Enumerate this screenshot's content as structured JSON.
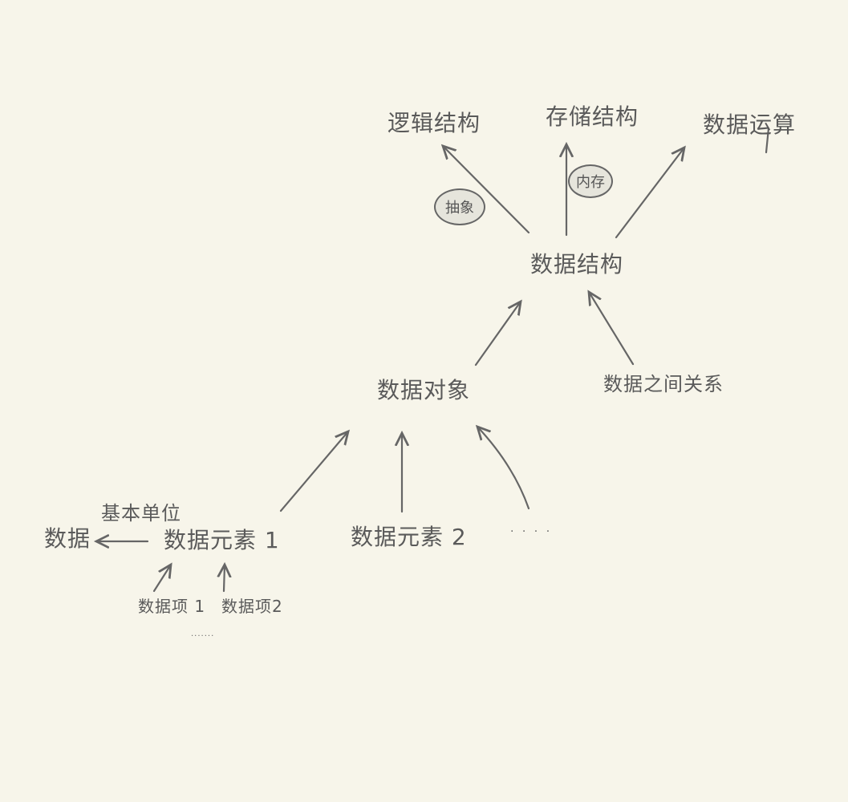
{
  "diagram": {
    "nodes": {
      "logical_structure": "逻辑结构",
      "storage_structure": "存储结构",
      "data_operation": "数据运算",
      "data_structure": "数据结构",
      "data_object": "数据对象",
      "data_relation": "数据之间关系",
      "data": "数据",
      "basic_unit": "基本单位",
      "data_element_1": "数据元素 1",
      "data_element_2": "数据元素 2",
      "elements_more": "· · · ·",
      "data_item_1": "数据项 1",
      "data_item_2": "数据项2",
      "items_more": "·······"
    },
    "edge_labels": {
      "abstract": "抽象",
      "memory": "内存"
    }
  }
}
